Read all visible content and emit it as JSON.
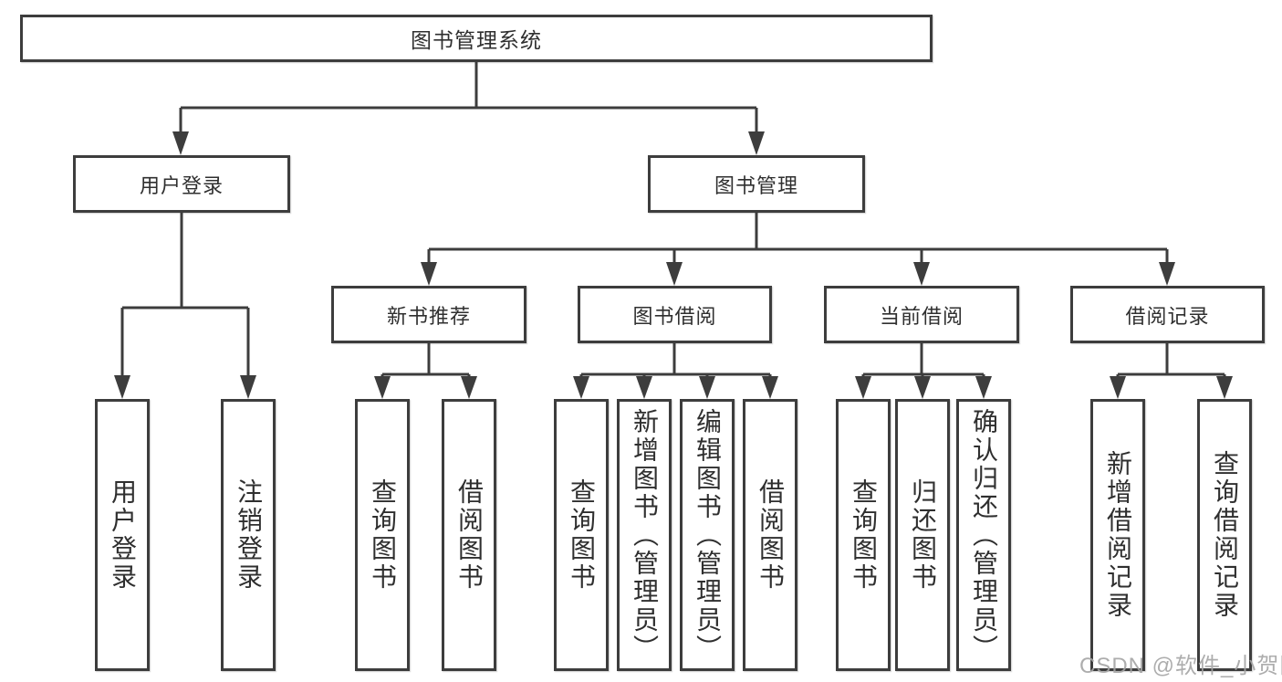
{
  "tree": {
    "root": {
      "label": "图书管理系统"
    },
    "level2": [
      {
        "label": "用户登录"
      },
      {
        "label": "图书管理"
      }
    ],
    "level3": [
      {
        "label": "新书推荐"
      },
      {
        "label": "图书借阅"
      },
      {
        "label": "当前借阅"
      },
      {
        "label": "借阅记录"
      }
    ],
    "leaves": {
      "userLogin": [
        {
          "label": "用户登录"
        },
        {
          "label": "注销登录"
        }
      ],
      "newBooks": [
        {
          "label": "查询图书"
        },
        {
          "label": "借阅图书"
        }
      ],
      "bookBorrow": [
        {
          "label": "查询图书"
        },
        {
          "label": "新增图书（管理员）"
        },
        {
          "label": "编辑图书（管理员）"
        },
        {
          "label": "借阅图书"
        }
      ],
      "currentBorrow": [
        {
          "label": "查询图书"
        },
        {
          "label": "归还图书"
        },
        {
          "label": "确认归还（管理员）"
        }
      ],
      "borrowRecords": [
        {
          "label": "新增借阅记录"
        },
        {
          "label": "查询借阅记录"
        }
      ]
    }
  },
  "watermark": "CSDN @软件_小贺同学",
  "colors": {
    "line": "#3d3d3d",
    "text": "#2f2f2f",
    "watermark": "#a5a5a5",
    "background": "#ffffff"
  }
}
